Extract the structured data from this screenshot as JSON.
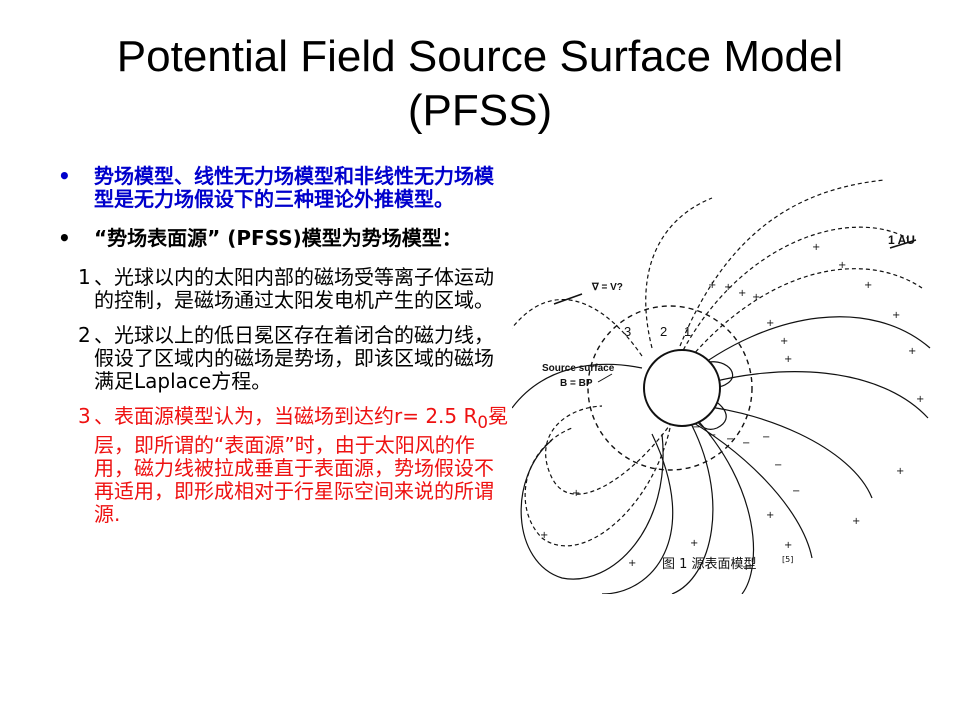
{
  "slide": {
    "title": "Potential Field Source Surface Model (PFSS)",
    "bullets": [
      {
        "marker": "•",
        "text": "势场模型、线性无力场模型和非线性无力场模型是无力场假设下的三种理论外推模型。"
      },
      {
        "marker": "•",
        "text": "“势场表面源” (PFSS)模型为势场模型："
      }
    ],
    "items": [
      {
        "num": "1",
        "text": "、光球以内的太阳内部的磁场受等离子体运动的控制，是磁场通过太阳发电机产生的区域。"
      },
      {
        "num": "2",
        "text": "、光球以上的低日冕区存在着闭合的磁力线，假设了区域内的磁场是势场，即该区域的磁场满足Laplace方程。"
      },
      {
        "num": "3",
        "text_before": "、表面源模型认为，当磁场到达约r= 2.5 R",
        "subscript": "0",
        "text_after": "冕层，即所谓的“表面源”时，由于太阳风的作用，磁力线被拉成垂直于表面源，势场假设不再适用，即形成相对于行星际空间来说的所谓源."
      }
    ]
  },
  "figure": {
    "label_1au": "1 AU",
    "label_gradient": "∇ = V?",
    "label_source_surface": "Source surface",
    "label_b_eq": "B = BP",
    "region_1": "1",
    "region_2": "2",
    "region_3": "3",
    "caption": "图 1   源表面模型",
    "caption_ref": "[5]",
    "colors": {
      "ink": "#111111"
    }
  }
}
